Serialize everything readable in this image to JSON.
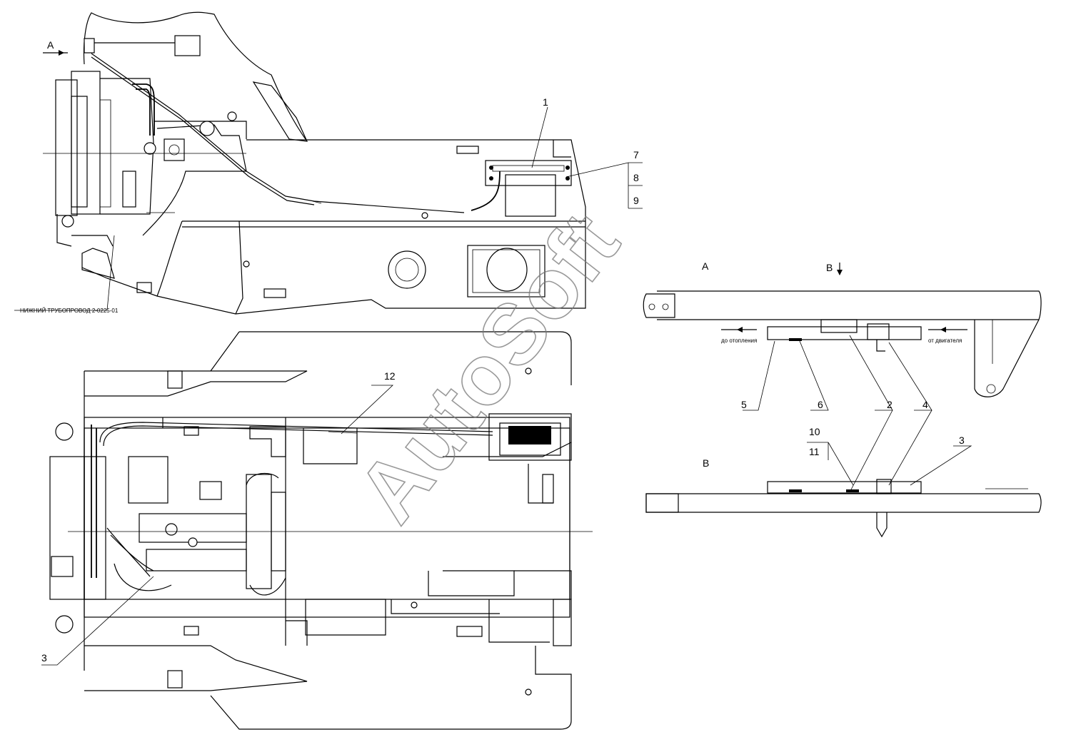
{
  "watermark": "AutoSoft",
  "views": {
    "view_a_marker": "A",
    "view_a_label": "A",
    "view_b_marker": "B",
    "view_b_label": "B"
  },
  "notes": {
    "pipe_note": "НИЖНИЙ ТРУБОПРОВОД 2-0225-01",
    "to_heater": "до отопления",
    "from_engine": "от двигателя"
  },
  "callouts": {
    "c1": "1",
    "c2": "2",
    "c3a": "3",
    "c3b": "3",
    "c4": "4",
    "c5": "5",
    "c6": "6",
    "c7": "7",
    "c8": "8",
    "c9": "9",
    "c10": "10",
    "c11": "11",
    "c12": "12"
  }
}
